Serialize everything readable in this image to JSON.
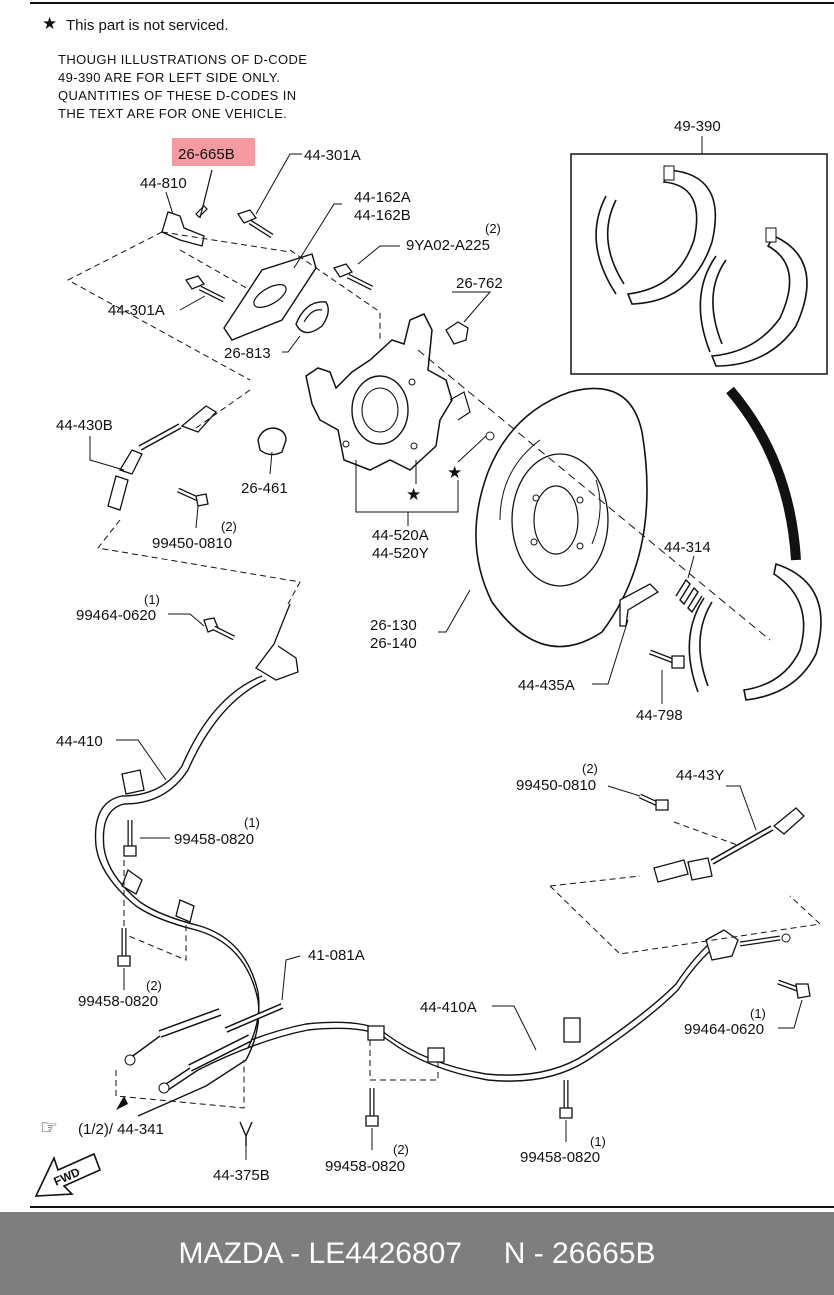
{
  "header": {
    "star_note": "This part is not serviced.",
    "note_lines": [
      "THOUGH  ILLUSTRATIONS  OF  D-CODE",
      "49-390    ARE  FOR  LEFT  SIDE  ONLY.",
      "QUANTITIES  OF  THESE  D-CODES  IN",
      "THE  TEXT  ARE  FOR  ONE  VEHICLE."
    ]
  },
  "highlight": {
    "part": "26-665B",
    "color": "#f59aa0"
  },
  "parts": {
    "p_44_301A_top": "44-301A",
    "p_44_810": "44-810",
    "p_44_162": [
      "44-162A",
      "44-162B"
    ],
    "p_9YA02": "9YA02-A225",
    "p_9YA02_qty": "(2)",
    "p_49_390": "49-390",
    "p_26_762": "26-762",
    "p_44_301A_mid": "44-301A",
    "p_26_813": "26-813",
    "p_44_430B": "44-430B",
    "p_26_461": "26-461",
    "p_99450_top": "99450-0810",
    "p_99450_top_qty": "(2)",
    "p_44_520": [
      "44-520A",
      "44-520Y"
    ],
    "p_44_314": "44-314",
    "p_99464_top": "99464-0620",
    "p_99464_top_qty": "(1)",
    "p_26_130": [
      "26-130",
      "26-140"
    ],
    "p_44_435A": "44-435A",
    "p_44_798": "44-798",
    "p_44_410": "44-410",
    "p_99450_right": "99450-0810",
    "p_99450_right_qty": "(2)",
    "p_44_43Y": "44-43Y",
    "p_99458_a": "99458-0820",
    "p_99458_a_qty": "(1)",
    "p_99458_b": "99458-0820",
    "p_99458_b_qty": "(2)",
    "p_41_081A": "41-081A",
    "p_44_410A": "44-410A",
    "p_99464_right": "99464-0620",
    "p_99464_right_qty": "(1)",
    "p_ref": "(1/2)/ 44-341",
    "p_44_375B": "44-375B",
    "p_99458_c": "99458-0820",
    "p_99458_c_qty": "(2)",
    "p_99458_d": "99458-0820",
    "p_99458_d_qty": "(1)",
    "fwd": "FWD"
  },
  "footer": {
    "text": "MAZDA - LE4426807     N - 26665B",
    "background": "#7e7e7e"
  }
}
